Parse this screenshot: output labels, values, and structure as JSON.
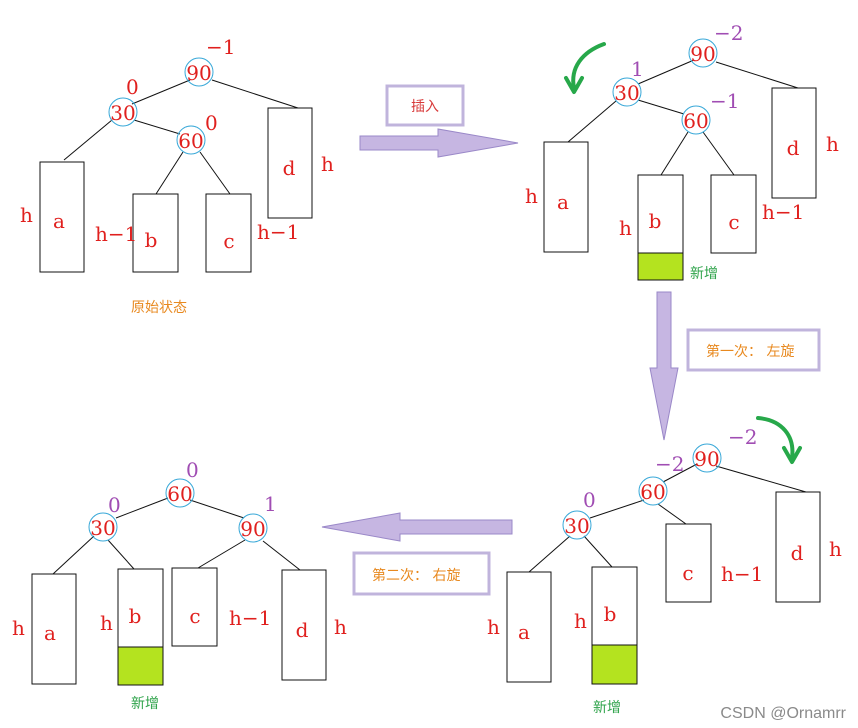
{
  "colors": {
    "edge": "#111111",
    "node_circle": "#38a8d8",
    "value_red": "#e0201e",
    "balance_purple": "#a04db3",
    "arrow_fill": "#c6b6e2",
    "arrow_stroke": "#9a88c8",
    "label_box": "#c0b4dc",
    "new_block": "#b4e31f",
    "rotate_arrow": "#27a84a"
  },
  "diagram": {
    "labels": {
      "original_state": "原始状态",
      "insert": "插入",
      "first_rotation": "第一次：  左旋",
      "second_rotation": "第二次：  右旋",
      "new_added": "新增"
    },
    "watermark": "CSDN @Ornamrr",
    "stage1": {
      "n90": "90",
      "n30": "30",
      "n60": "60",
      "b90": "−1",
      "b30": "0",
      "b60": "0",
      "a": "a",
      "b": "b",
      "c": "c",
      "d": "d",
      "h_a": "h",
      "h_b": "h−1",
      "h_c": "h−1",
      "h_d": "h"
    },
    "stage2": {
      "n90": "90",
      "n30": "30",
      "n60": "60",
      "b90": "−2",
      "b30": "1",
      "b60": "−1",
      "a": "a",
      "b": "b",
      "c": "c",
      "d": "d",
      "h_a": "h",
      "h_b": "h",
      "h_c": "h−1",
      "h_d": "h"
    },
    "stage3": {
      "n90": "90",
      "n30": "30",
      "n60": "60",
      "b90": "−2",
      "b30": "0",
      "b60": "−2",
      "a": "a",
      "b": "b",
      "c": "c",
      "d": "d",
      "h_a": "h",
      "h_b": "h",
      "h_c": "h−1",
      "h_d": "h"
    },
    "stage4": {
      "n90": "90",
      "n30": "30",
      "n60": "60",
      "b90": "1",
      "b30": "0",
      "b60": "0",
      "a": "a",
      "b": "b",
      "c": "c",
      "d": "d",
      "h_a": "h",
      "h_b": "h",
      "h_c": "h−1",
      "h_d": "h"
    }
  }
}
